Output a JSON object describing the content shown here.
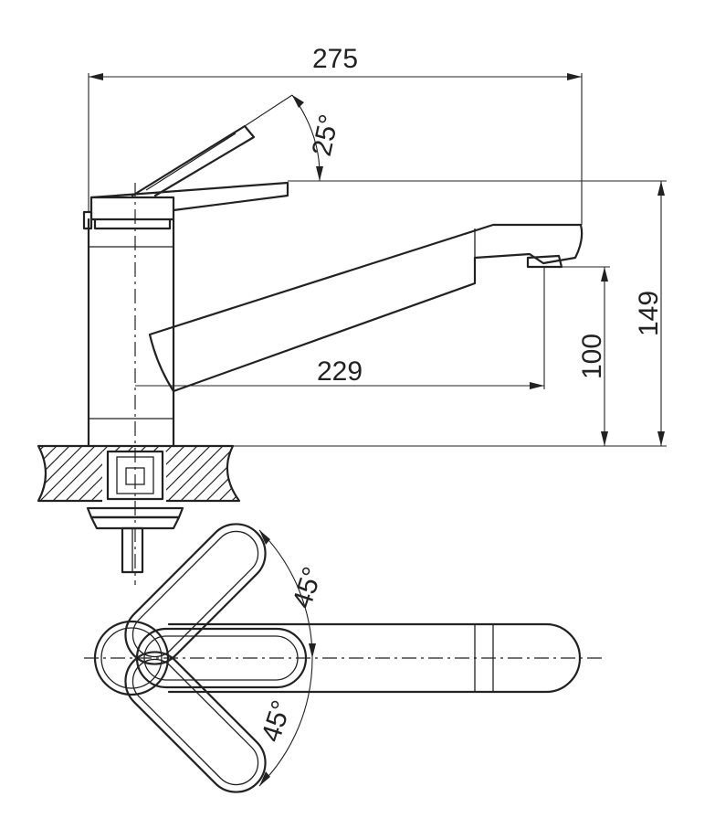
{
  "dimensions": {
    "total_length": "275",
    "spout_reach": "229",
    "spout_height": "100",
    "total_height": "149",
    "lever_angle": "25°",
    "rotation_angle_upper": "45°",
    "rotation_angle_lower": "45°"
  }
}
